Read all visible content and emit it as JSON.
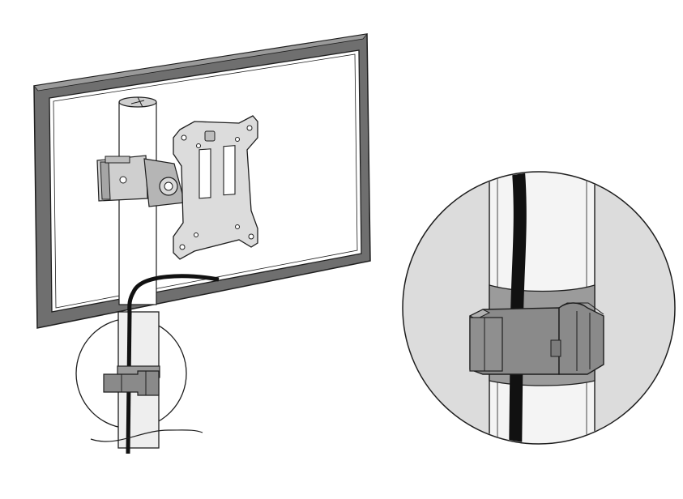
{
  "illustration": {
    "subject": "monitor-mount-cable-management",
    "icons": [
      "monitor-frame",
      "vesa-mount-plate",
      "pole",
      "cable",
      "cable-clip",
      "zoom-detail-circle"
    ]
  },
  "colors": {
    "background": "#ffffff",
    "outline": "#1e1e1e",
    "metal_light": "#e4e4e4",
    "metal_mid": "#b9b9b9",
    "metal_dark": "#8f8f8f",
    "screen_frame": "#6f6f6f",
    "cable": "#111111",
    "clip": "#8a8a8a",
    "zoom_fill": "#dcdcdc"
  }
}
